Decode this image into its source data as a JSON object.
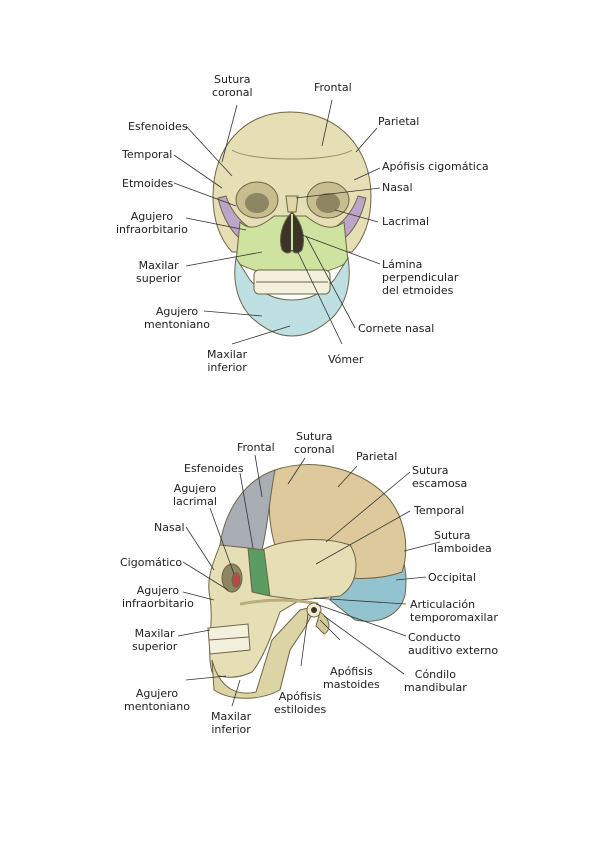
{
  "palette": {
    "bone": "#e6dfb6",
    "bone_dark": "#b9ae7c",
    "outline": "#6e6546",
    "frontal_side": "#a9adb4",
    "parietal": "#ddc99b",
    "occipital": "#93c3cf",
    "mandible": "#bfe0e3",
    "maxilla": "#cfe3a0",
    "sphenoid": "#bba6c9",
    "ethmoid": "#5b9c62",
    "lacrimal": "#b84a4a",
    "leader": "#333333"
  },
  "front_view": {
    "labels": [
      {
        "key": "sutura_coronal",
        "lines": [
          "Sutura",
          "coronal"
        ]
      },
      {
        "key": "frontal",
        "lines": [
          "Frontal"
        ]
      },
      {
        "key": "parietal",
        "lines": [
          "Parietal"
        ]
      },
      {
        "key": "esfenoides",
        "lines": [
          "Esfenoides"
        ]
      },
      {
        "key": "temporal",
        "lines": [
          "Temporal"
        ]
      },
      {
        "key": "apofisis_cigomatica",
        "lines": [
          "Apófisis cigomática"
        ]
      },
      {
        "key": "etmoides",
        "lines": [
          "Etmoides"
        ]
      },
      {
        "key": "nasal",
        "lines": [
          "Nasal"
        ]
      },
      {
        "key": "agujero_infraorbitario",
        "lines": [
          "Agujero",
          "infraorbitario"
        ]
      },
      {
        "key": "lacrimal",
        "lines": [
          "Lacrimal"
        ]
      },
      {
        "key": "maxilar_superior",
        "lines": [
          "Maxilar",
          "superior"
        ]
      },
      {
        "key": "lamina_perpendicular",
        "lines": [
          "Lámina",
          "perpendicular",
          "del etmoides"
        ]
      },
      {
        "key": "agujero_mentoniano",
        "lines": [
          "Agujero",
          "mentoniano"
        ]
      },
      {
        "key": "cornete_nasal",
        "lines": [
          "Cornete nasal"
        ]
      },
      {
        "key": "maxilar_inferior",
        "lines": [
          "Maxilar",
          "inferior"
        ]
      },
      {
        "key": "vomer",
        "lines": [
          "Vómer"
        ]
      }
    ]
  },
  "side_view": {
    "labels": [
      {
        "key": "frontal",
        "lines": [
          "Frontal"
        ]
      },
      {
        "key": "sutura_coronal",
        "lines": [
          "Sutura",
          "coronal"
        ]
      },
      {
        "key": "esfenoides",
        "lines": [
          "Esfenoides"
        ]
      },
      {
        "key": "parietal",
        "lines": [
          "Parietal"
        ]
      },
      {
        "key": "agujero_lacrimal",
        "lines": [
          "Agujero",
          "lacrimal"
        ]
      },
      {
        "key": "sutura_escamosa",
        "lines": [
          "Sutura",
          "escamosa"
        ]
      },
      {
        "key": "nasal",
        "lines": [
          "Nasal"
        ]
      },
      {
        "key": "temporal",
        "lines": [
          "Temporal"
        ]
      },
      {
        "key": "sutura_lamboidea",
        "lines": [
          "Sutura",
          "lamboidea"
        ]
      },
      {
        "key": "cigomatico",
        "lines": [
          "Cigomático"
        ]
      },
      {
        "key": "occipital",
        "lines": [
          "Occipital"
        ]
      },
      {
        "key": "agujero_infraorbitario",
        "lines": [
          "Agujero",
          "infraorbitario"
        ]
      },
      {
        "key": "articulacion",
        "lines": [
          "Articulación",
          "temporomaxilar"
        ]
      },
      {
        "key": "maxilar_superior",
        "lines": [
          "Maxilar",
          "superior"
        ]
      },
      {
        "key": "conducto_auditivo",
        "lines": [
          "Conducto",
          "auditivo externo"
        ]
      },
      {
        "key": "apofisis_mastoides",
        "lines": [
          "Apófisis",
          "mastoides"
        ]
      },
      {
        "key": "condilo_mandibular",
        "lines": [
          "Cóndilo",
          "mandibular"
        ]
      },
      {
        "key": "agujero_mentoniano",
        "lines": [
          "Agujero",
          "mentoniano"
        ]
      },
      {
        "key": "apofisis_estiloides",
        "lines": [
          "Apófisis",
          "estiloides"
        ]
      },
      {
        "key": "maxilar_inferior",
        "lines": [
          "Maxilar",
          "inferior"
        ]
      }
    ]
  }
}
